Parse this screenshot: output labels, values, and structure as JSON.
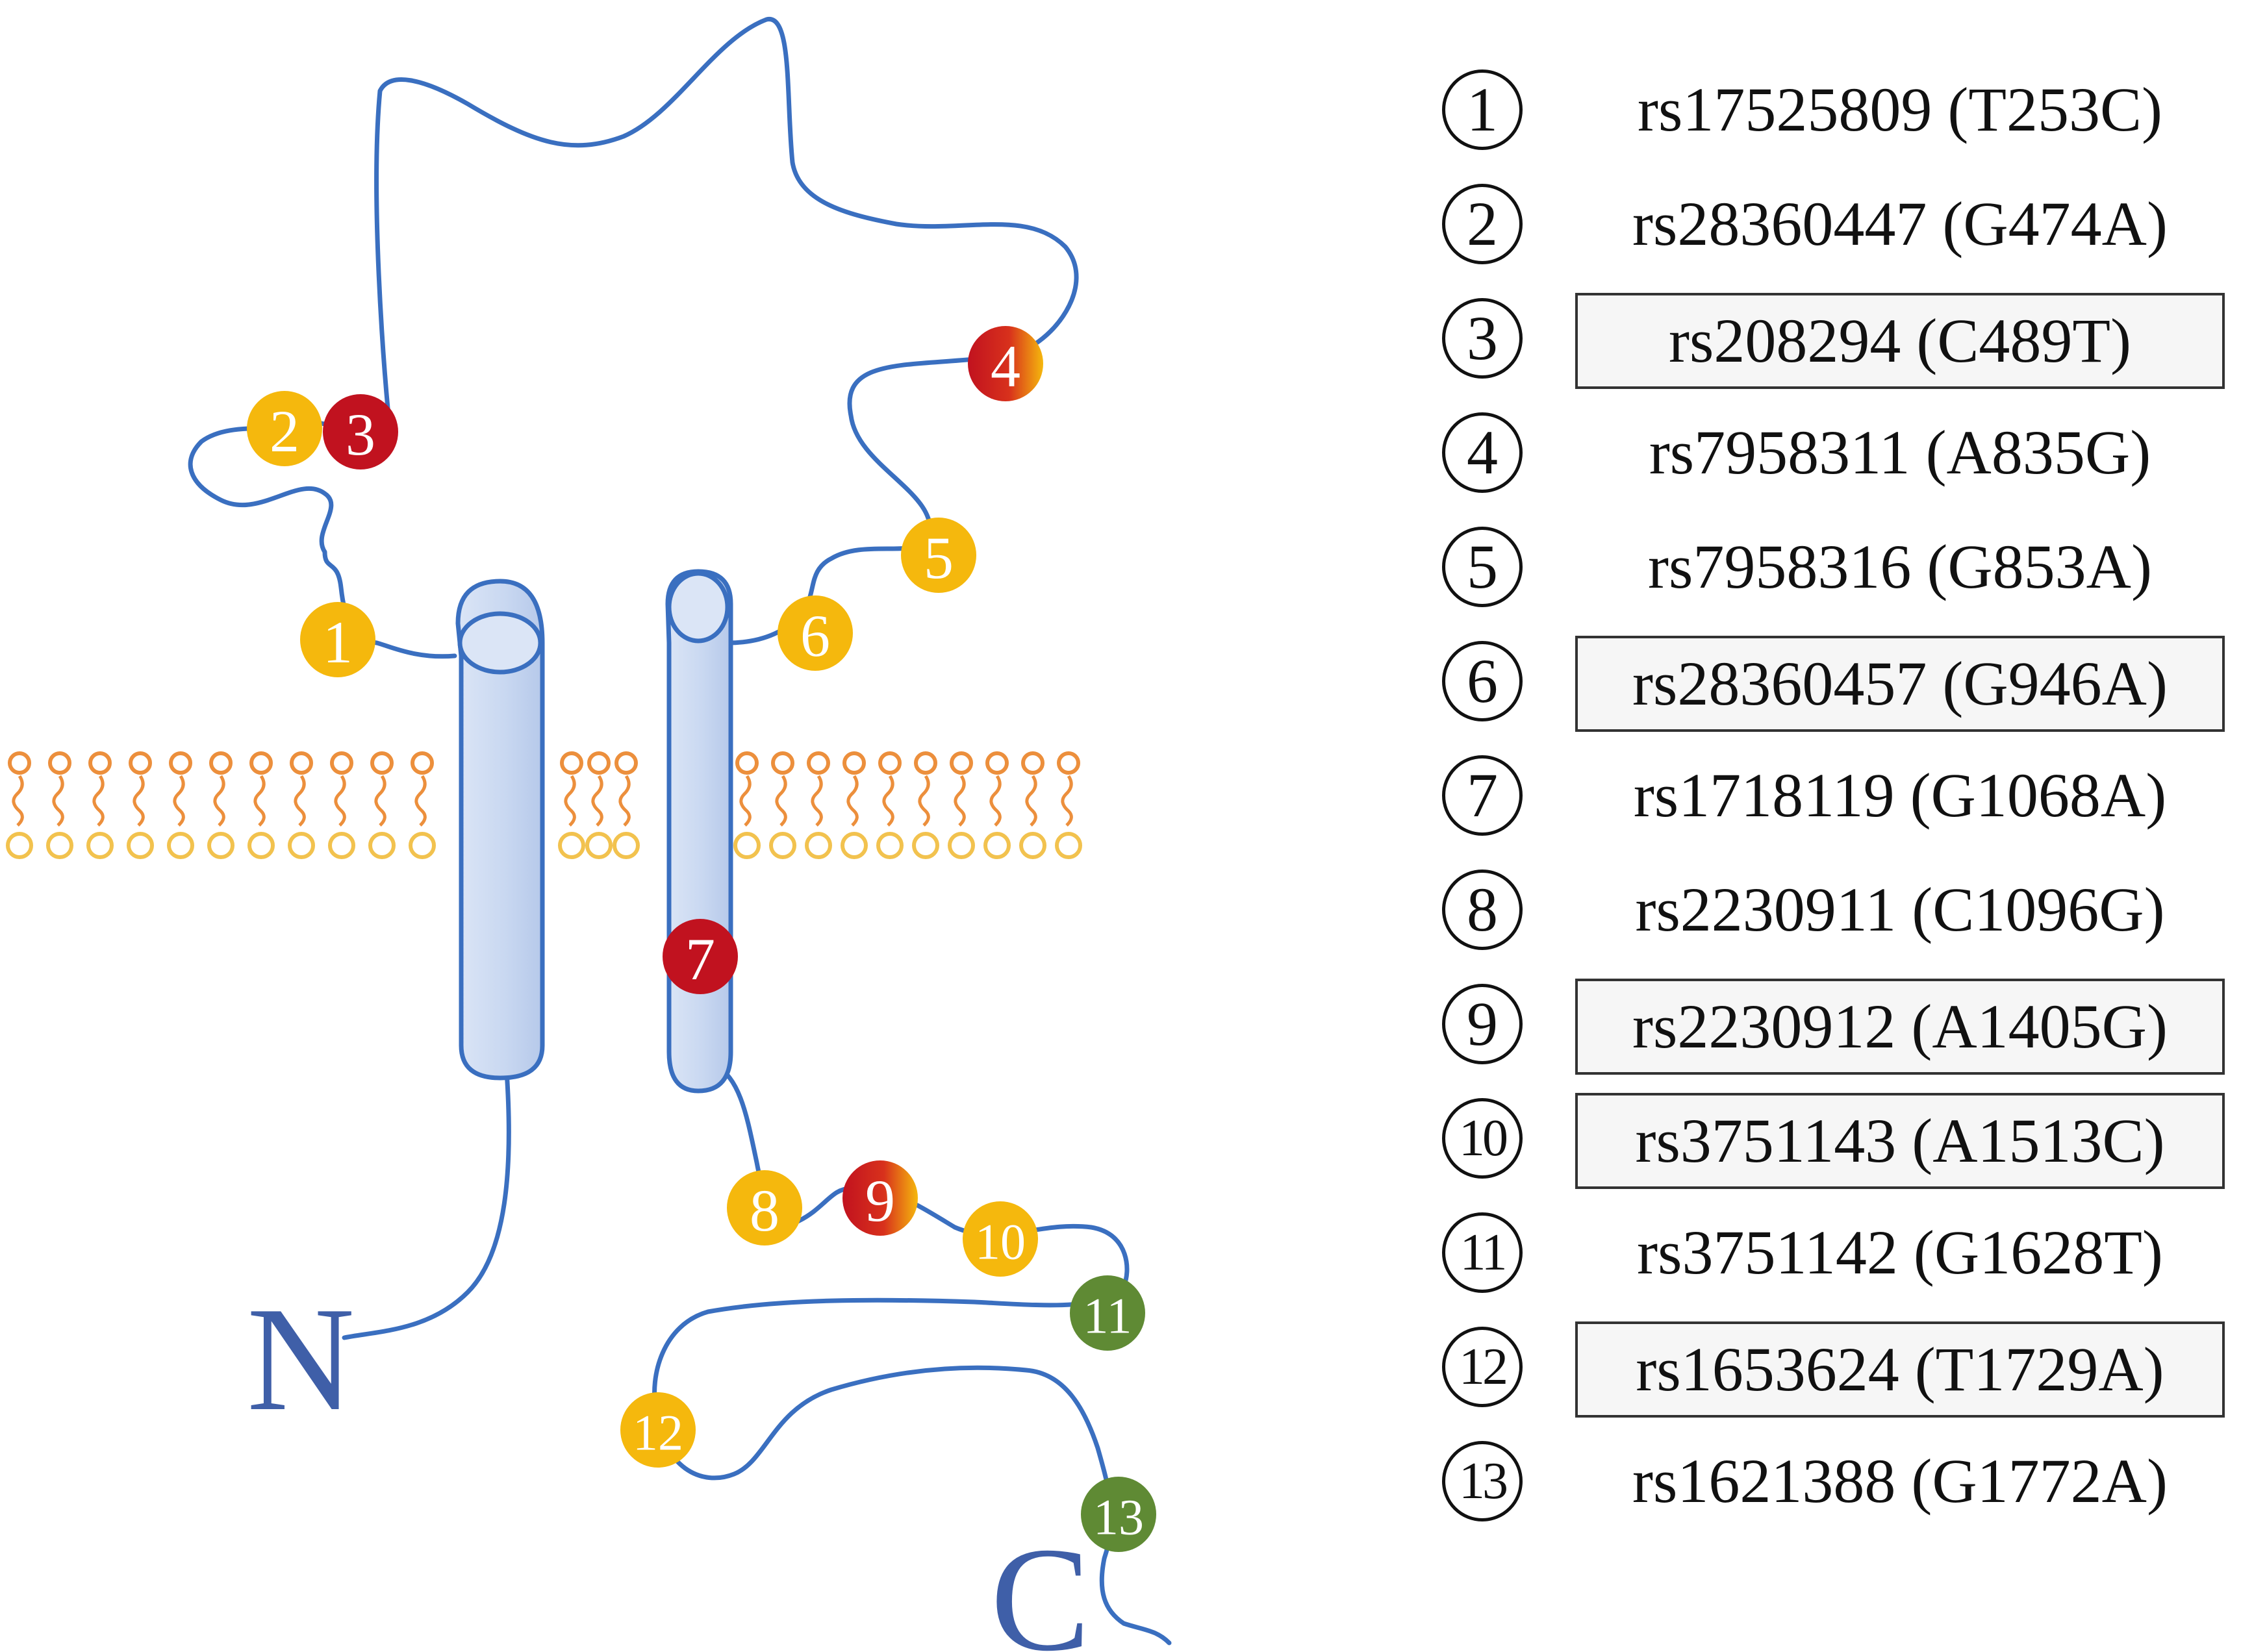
{
  "terminals": {
    "n": "N",
    "c": "C"
  },
  "colors": {
    "backbone": "#3a6fc0",
    "helix_fill": "#cfdcf3",
    "lipid_head": "#ec8f3c",
    "lipid_tail": "#f2c24e",
    "snp_yellow": "#f5b80d",
    "snp_red": "#c1121f",
    "snp_green": "#5f8a34"
  },
  "snps": [
    {
      "num": "1",
      "rs": "rs17525809 (T253C)",
      "color": "yellow",
      "boxed": false
    },
    {
      "num": "2",
      "rs": "rs28360447 (G474A)",
      "color": "yellow",
      "boxed": false
    },
    {
      "num": "3",
      "rs": "rs208294 (C489T)",
      "color": "red",
      "boxed": true
    },
    {
      "num": "4",
      "rs": "rs7958311 (A835G)",
      "color": "red-yellow",
      "boxed": false
    },
    {
      "num": "5",
      "rs": "rs7958316 (G853A)",
      "color": "yellow",
      "boxed": false
    },
    {
      "num": "6",
      "rs": "rs28360457 (G946A)",
      "color": "yellow",
      "boxed": true
    },
    {
      "num": "7",
      "rs": "rs1718119 (G1068A)",
      "color": "red",
      "boxed": false
    },
    {
      "num": "8",
      "rs": "rs2230911 (C1096G)",
      "color": "yellow",
      "boxed": false
    },
    {
      "num": "9",
      "rs": "rs2230912 (A1405G)",
      "color": "red-yellow",
      "boxed": true
    },
    {
      "num": "10",
      "rs": "rs3751143 (A1513C)",
      "color": "yellow",
      "boxed": true
    },
    {
      "num": "11",
      "rs": "rs3751142 (G1628T)",
      "color": "green",
      "boxed": false
    },
    {
      "num": "12",
      "rs": "rs1653624 (T1729A)",
      "color": "yellow",
      "boxed": true
    },
    {
      "num": "13",
      "rs": "rs1621388 (G1772A)",
      "color": "green",
      "boxed": false
    }
  ]
}
